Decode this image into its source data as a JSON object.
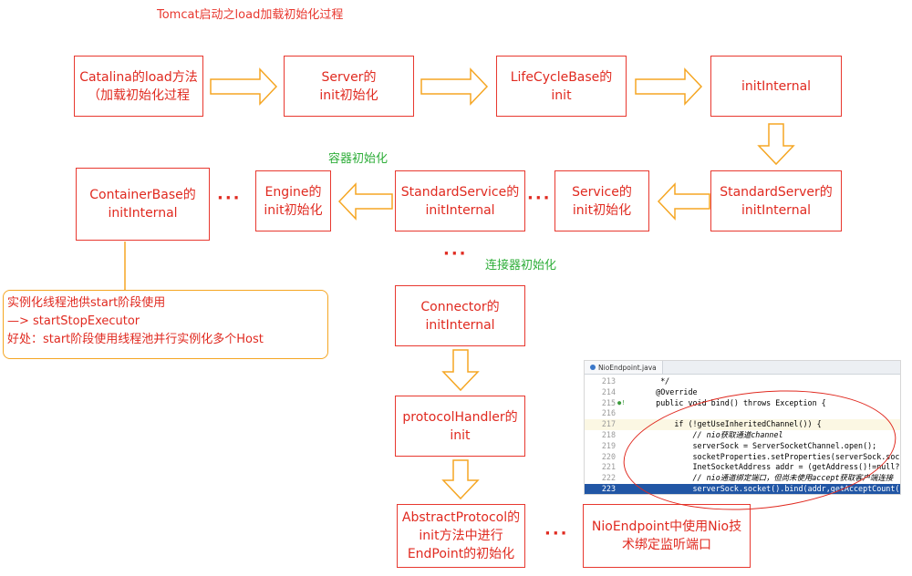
{
  "title": "Tomcat启动之load加载初始化过程",
  "sections": {
    "container": "容器初始化",
    "connector": "连接器初始化"
  },
  "boxes": {
    "catalina": "Catalina的load方法\n（加载初始化过程",
    "server": "Server的\ninit初始化",
    "lifecycle": "LifeCycleBase的\ninit",
    "initinternal": "initInternal",
    "standardserver": "StandardServer的\ninitInternal",
    "service": "Service的\ninit初始化",
    "standardservice": "StandardService的\ninitInternal",
    "engine": "Engine的\ninit初始化",
    "containerbase": "ContainerBase的\ninitInternal",
    "connector": "Connector的\ninitInternal",
    "protocolhandler": "protocolHandler的\ninit",
    "abstractprotocol": "AbstractProtocol的\ninit方法中进行\nEndPoint的初始化",
    "nioendpoint": "NioEndpoint中使用Nio技\n术绑定监听端口"
  },
  "dots": "···",
  "note": {
    "line1": "实例化线程池供start阶段使用",
    "line2": "—> startStopExecutor",
    "line3": "好处：start阶段使用线程池并行实例化多个Host"
  },
  "code": {
    "tab": "NioEndpoint.java",
    "lines": [
      {
        "n": "213",
        "text": "     */"
      },
      {
        "n": "214",
        "text": "    @Override"
      },
      {
        "n": "215",
        "text": "    public void bind() throws Exception {"
      },
      {
        "n": "216",
        "text": ""
      },
      {
        "n": "217",
        "text": "        if (!getUseInheritedChannel()) {"
      },
      {
        "n": "218",
        "text": "            // nio获取通道channel"
      },
      {
        "n": "219",
        "text": "            serverSock = ServerSocketChannel.open();"
      },
      {
        "n": "220",
        "text": "            socketProperties.setProperties(serverSock.socket());"
      },
      {
        "n": "221",
        "text": "            InetSocketAddress addr = (getAddress()!=null?new Ine"
      },
      {
        "n": "222",
        "text": "            // nio通道绑定端口，但尚未使用accept获取客户端连接"
      },
      {
        "n": "223",
        "text": "            serverSock.socket().bind(addr,getAcceptCount());  se"
      }
    ]
  }
}
